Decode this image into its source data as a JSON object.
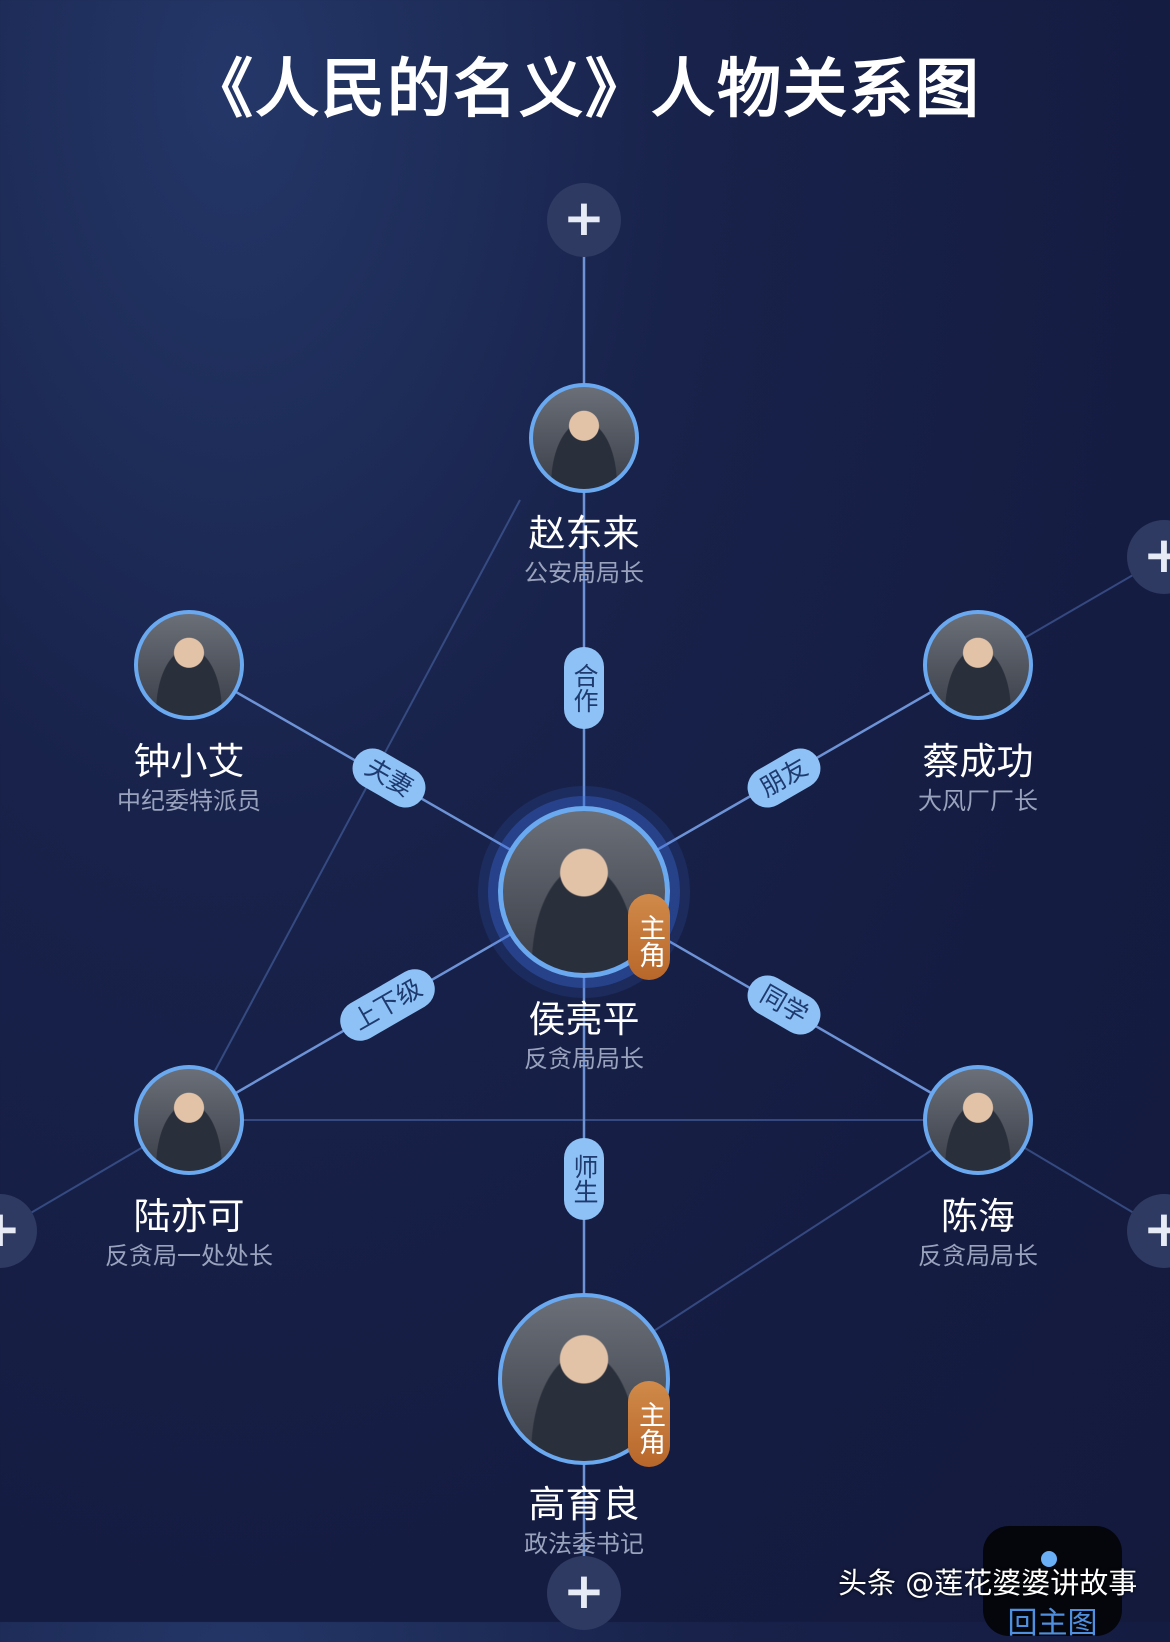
{
  "title": "《人民的名义》人物关系图",
  "center": {
    "name": "侯亮平",
    "role": "反贪局局长",
    "badge": "主角"
  },
  "characters": [
    {
      "name": "赵东来",
      "role": "公安局局长"
    },
    {
      "name": "钟小艾",
      "role": "中纪委特派员"
    },
    {
      "name": "蔡成功",
      "role": "大风厂厂长"
    },
    {
      "name": "陆亦可",
      "role": "反贪局一处处长"
    },
    {
      "name": "陈海",
      "role": "反贪局局长"
    },
    {
      "name": "高育良",
      "role": "政法委书记",
      "badge": "主角"
    }
  ],
  "relations": {
    "zhao": "合作",
    "zhong": "夫妻",
    "cai": "朋友",
    "lu": "上下级",
    "chen": "同学",
    "gao": "师生"
  },
  "expand_icon": "+",
  "watermark": "头条 @莲花婆婆讲故事",
  "home_button": "回主图",
  "colors": {
    "accent": "#6aa8f0",
    "edge_label": "#8ec2f7",
    "badge": "#c9793b"
  }
}
